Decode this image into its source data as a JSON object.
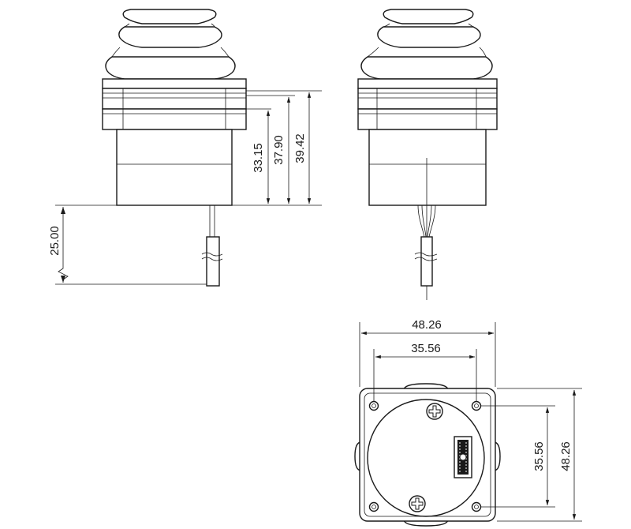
{
  "side_view": {
    "dimensions": {
      "height_a": "33.15",
      "height_b": "37.90",
      "height_c": "39.42",
      "cable_length": "25.00"
    }
  },
  "bottom_view": {
    "dimensions": {
      "width_overall": "48.26",
      "width_holes": "35.56",
      "height_holes": "35.56",
      "height_overall": "48.26"
    }
  },
  "colors": {
    "line": "#1a1a1a",
    "background": "#ffffff"
  }
}
